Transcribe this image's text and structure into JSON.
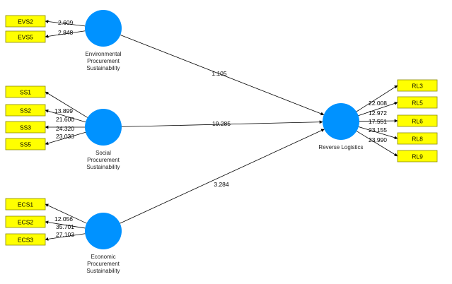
{
  "colors": {
    "latent_fill": "#0092ff",
    "indicator_fill": "#ffff00",
    "line": "#000000"
  },
  "latent_variables": {
    "environmental": [
      "Environmental",
      "Procurement",
      "Sustainability"
    ],
    "social": [
      "Social",
      "Procurement",
      "Sustainability"
    ],
    "economic": [
      "Economic",
      "Procurement",
      "Sustainability"
    ],
    "reverse_logistics": [
      "Reverse Logistics"
    ]
  },
  "indicators": {
    "environmental": [
      {
        "label": "EVS2",
        "value": "2.609"
      },
      {
        "label": "EVS5",
        "value": "2.848"
      }
    ],
    "social": [
      {
        "label": "SS1",
        "value": "13.899"
      },
      {
        "label": "SS2",
        "value": "21.600"
      },
      {
        "label": "SS3",
        "value": "24.320"
      },
      {
        "label": "SS5",
        "value": "23.033"
      }
    ],
    "economic": [
      {
        "label": "ECS1",
        "value": "12.056"
      },
      {
        "label": "ECS2",
        "value": "35.701"
      },
      {
        "label": "ECS3",
        "value": "27.103"
      }
    ],
    "reverse_logistics": [
      {
        "label": "RL3",
        "value": "22.008"
      },
      {
        "label": "RL5",
        "value": "12.972"
      },
      {
        "label": "RL6",
        "value": "17.551"
      },
      {
        "label": "RL8",
        "value": "23.155"
      },
      {
        "label": "RL9",
        "value": "23.990"
      }
    ]
  },
  "paths": {
    "environmental_to_rl": "1.105",
    "social_to_rl": "19.285",
    "economic_to_rl": "3.284"
  }
}
